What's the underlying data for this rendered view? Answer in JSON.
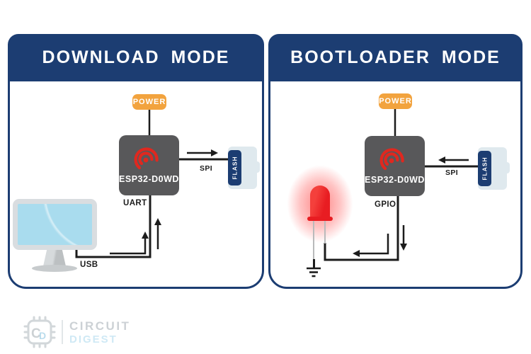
{
  "panels": [
    {
      "title": "DOWNLOAD MODE",
      "power_label": "POWER",
      "chip_label": "ESP32-D0WD",
      "flash_label": "FLASH",
      "spi_label": "SPI",
      "io_label": "UART",
      "usb_label": "USB"
    },
    {
      "title": "BOOTLOADER MODE",
      "power_label": "POWER",
      "chip_label": "ESP32-D0WD",
      "flash_label": "FLASH",
      "spi_label": "SPI",
      "io_label": "GPIO"
    }
  ],
  "footer": {
    "brand_top": "CIRCUIT",
    "brand_bottom": "DIGEST",
    "icon_letter_c": "C",
    "icon_letter_d": "D"
  },
  "colors": {
    "navy": "#1c3d72",
    "orange": "#f2a33e",
    "chip_gray": "#58585a",
    "espressif_red": "#e0281f",
    "led_red": "#e81d22",
    "screen_blue": "#a9dcee",
    "flash_body": "#dfe9ee",
    "wire_black": "#1c1c1c"
  }
}
